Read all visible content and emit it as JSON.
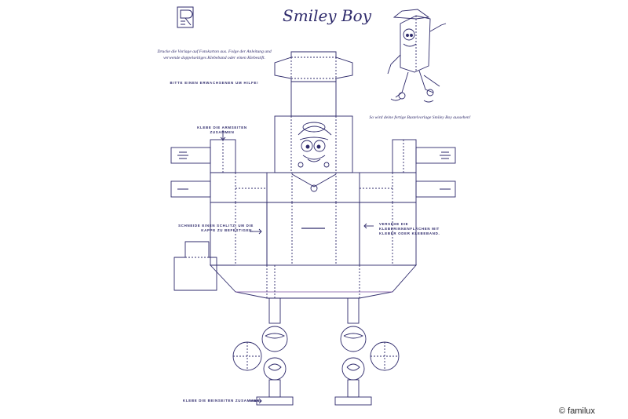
{
  "document": {
    "title": "Smiley Boy",
    "intro": "Drucke die Vorlage auf Fotokarton aus. Folge der Anleitung und verwende doppelseitiges Klebeband oder einen Klebestift.",
    "warning": "BITTE EINEN ERWACHSENEN UM HILFE!",
    "preview_caption": "So wird deine fertige Bastelvorlage Smiley Boy aussehen!"
  },
  "instructions": {
    "arms": "KLEBE DIE ARMSEITEN ZUSAMMEN",
    "slit": "SCHNEIDE EINEN SCHLITZ, UM DIE KAPPE ZU BEFESTIGEN.",
    "glue": "VERSEHE DIE KLEBERINNENFLÄCHEN MIT KLEBER ODER KLEBEBAND.",
    "legs": "KLEBE DIE BEINSEITEN ZUSAMMEN."
  },
  "copyright": "© familux",
  "colors": {
    "line": "#2e2a6b",
    "background": "#ffffff"
  },
  "icons": [
    "brand-logo-icon",
    "arrow-icon"
  ]
}
